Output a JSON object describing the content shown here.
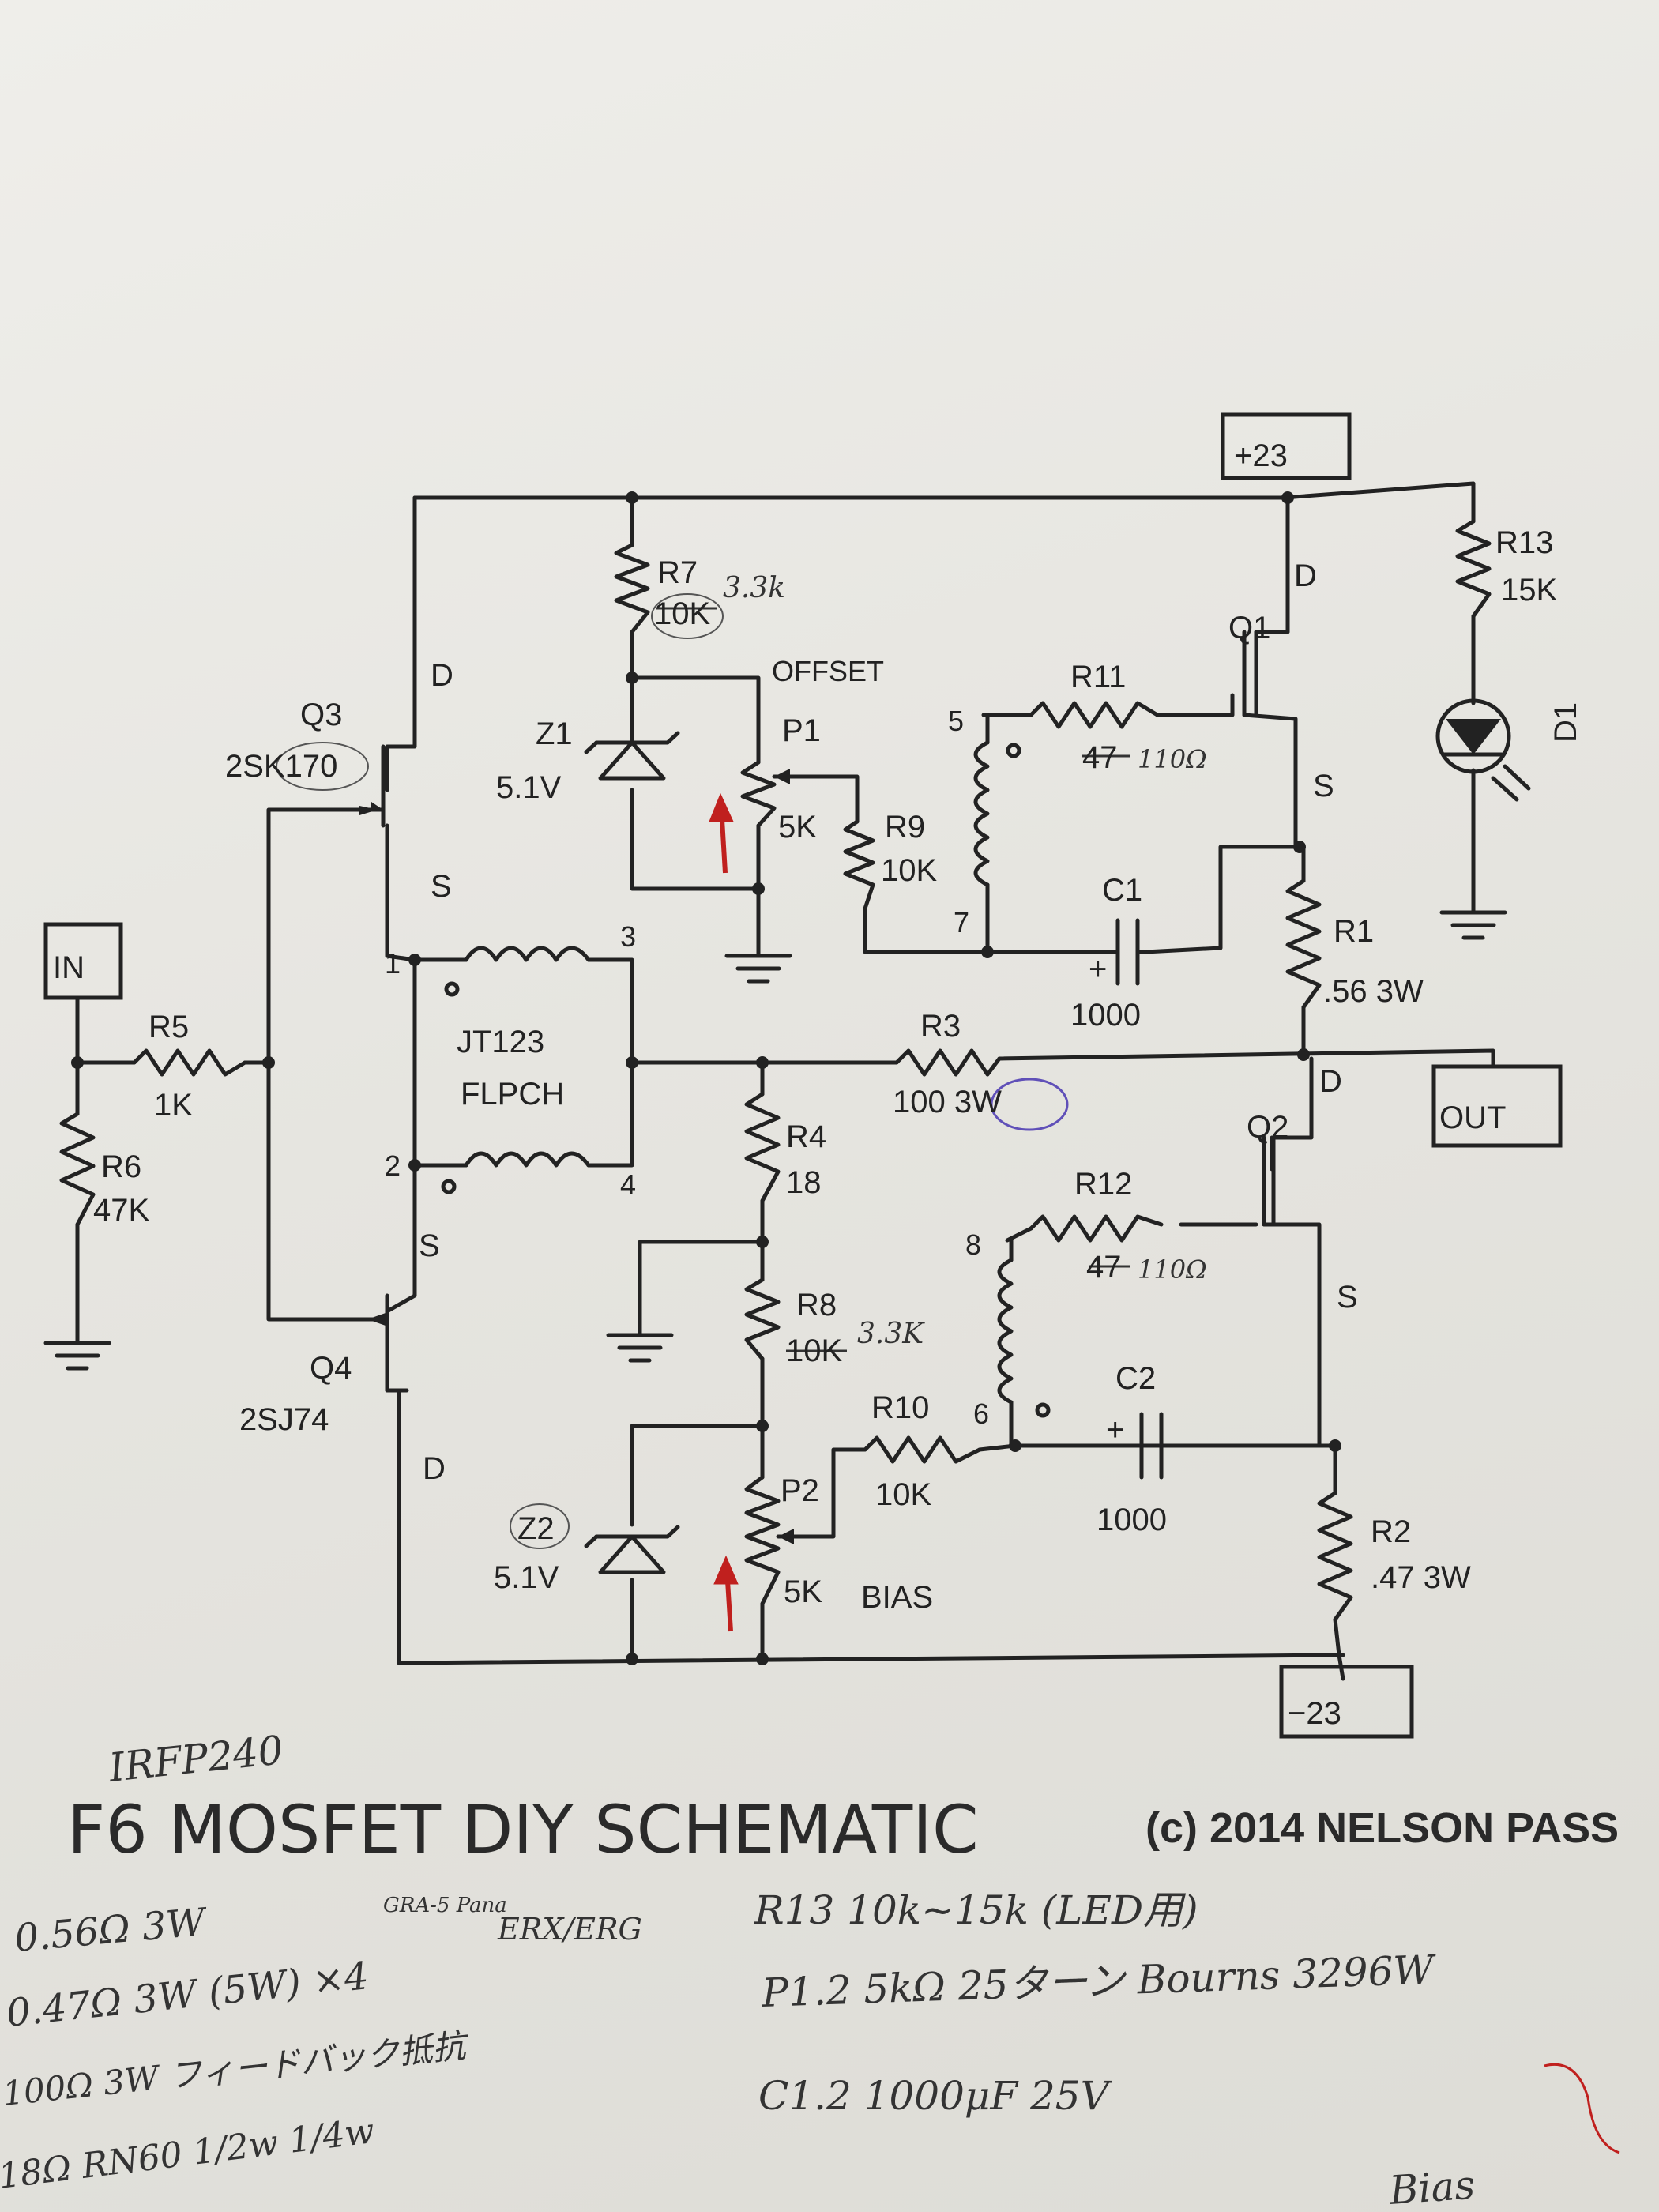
{
  "terminals": {
    "vplus": "+23",
    "vminus": "−23",
    "input": "IN",
    "output": "OUT"
  },
  "components": {
    "r1": {
      "ref": "R1",
      "value": ".56 3W"
    },
    "r2": {
      "ref": "R2",
      "value": ".47 3W"
    },
    "r3": {
      "ref": "R3",
      "value": "100 3W"
    },
    "r4": {
      "ref": "R4",
      "value": "18"
    },
    "r5": {
      "ref": "R5",
      "value": "1K"
    },
    "r6": {
      "ref": "R6",
      "value": "47K"
    },
    "r7": {
      "ref": "R7",
      "value": "10K",
      "note": "3.3k"
    },
    "r8": {
      "ref": "R8",
      "value": "10K",
      "note": "3.3K"
    },
    "r9": {
      "ref": "R9",
      "value": "10K"
    },
    "r10": {
      "ref": "R10",
      "value": "10K"
    },
    "r11": {
      "ref": "R11",
      "value": "47",
      "note": "110Ω"
    },
    "r12": {
      "ref": "R12",
      "value": "47",
      "note": "110Ω"
    },
    "r13": {
      "ref": "R13",
      "value": "15K"
    },
    "c1": {
      "ref": "C1",
      "value": "1000"
    },
    "c2": {
      "ref": "C2",
      "value": "1000"
    },
    "z1": {
      "ref": "Z1",
      "value": "5.1V"
    },
    "z2": {
      "ref": "Z2",
      "value": "5.1V"
    },
    "p1": {
      "ref": "P1",
      "value": "5K",
      "function": "OFFSET"
    },
    "p2": {
      "ref": "P2",
      "value": "5K",
      "function": "BIAS"
    },
    "q1": {
      "ref": "Q1"
    },
    "q2": {
      "ref": "Q2"
    },
    "q3": {
      "ref": "Q3",
      "part": "2SK170"
    },
    "q4": {
      "ref": "Q4",
      "part": "2SJ74"
    },
    "d1": {
      "ref": "D1"
    },
    "transformer": {
      "line1": "JT123",
      "line2": "FLPCH"
    }
  },
  "pins": {
    "d": "D",
    "s": "S",
    "p1": "1",
    "p2": "2",
    "p3": "3",
    "p4": "4",
    "p5": "5",
    "p6": "6",
    "p7": "7",
    "p8": "8"
  },
  "title": "F6 MOSFET DIY SCHEMATIC",
  "copyright": "(c) 2014 NELSON PASS",
  "handwritten": {
    "irfp": "IRFP240",
    "note_r13": "R13  10k~15k (LED用)",
    "note_p12": "P1.2  5kΩ 25ターン  Bourns 3296W",
    "note_c12": "C1.2  1000μF 25V",
    "note_l1": "0.56Ω 3W",
    "note_l2": "0.47Ω 3W (5W) ×4",
    "note_l3": "100Ω 3W フィードバック抵抗",
    "note_l4": "18Ω RN60 1/2w 1/4w",
    "note_pana": "GRA-5 Pana",
    "note_erx": "ERX/ERG",
    "note_bias": "Bias"
  }
}
